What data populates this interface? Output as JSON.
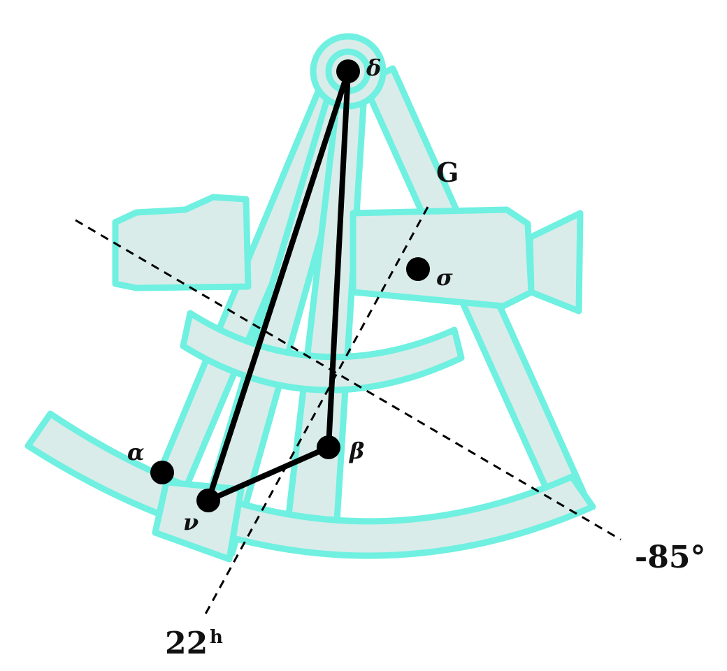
{
  "diagram": {
    "colors": {
      "sextant_fill": "#d9ece9",
      "sextant_outline": "#6ff0e1",
      "figure_line": "#000000",
      "star_dot": "#000000",
      "dashed_line": "#000000"
    },
    "stars": {
      "delta": "δ",
      "sigma": "σ",
      "alpha": "α",
      "beta": "β",
      "nu": "ν"
    },
    "labels": {
      "gamma": "G",
      "declination": "-85°",
      "right_ascension_value": "22",
      "right_ascension_unit": "h"
    }
  }
}
